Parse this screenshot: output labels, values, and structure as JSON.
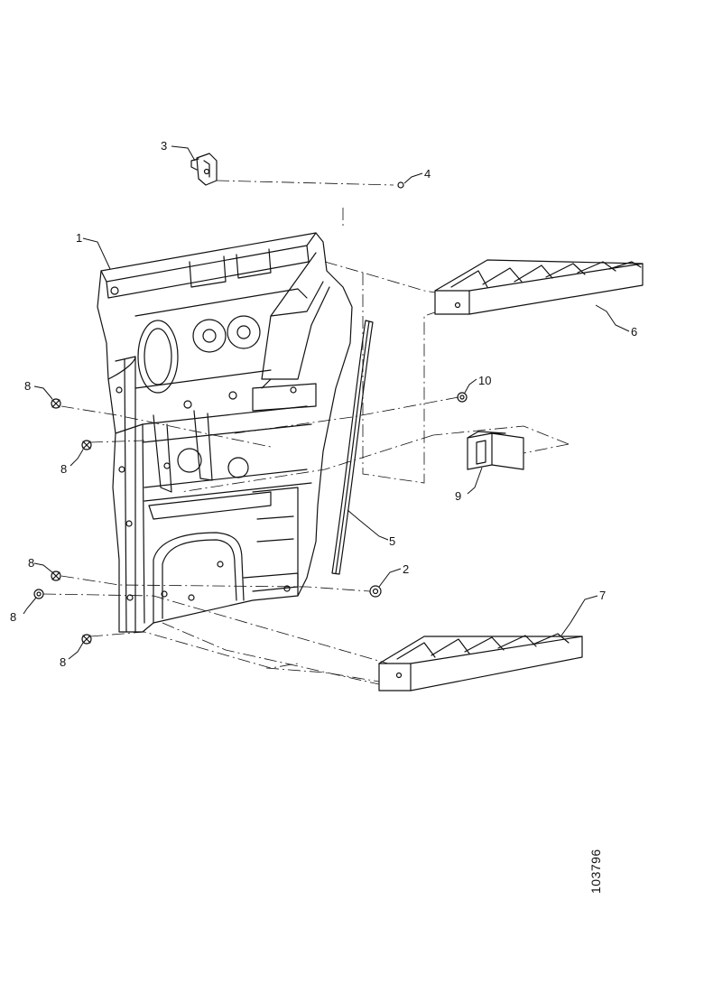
{
  "diagram": {
    "drawing_number": "103796",
    "callouts": [
      {
        "id": "c1",
        "label": "1"
      },
      {
        "id": "c2",
        "label": "2"
      },
      {
        "id": "c3",
        "label": "3"
      },
      {
        "id": "c4",
        "label": "4"
      },
      {
        "id": "c5",
        "label": "5"
      },
      {
        "id": "c6",
        "label": "6"
      },
      {
        "id": "c7",
        "label": "7"
      },
      {
        "id": "c8a",
        "label": "8"
      },
      {
        "id": "c8b",
        "label": "8"
      },
      {
        "id": "c8c",
        "label": "8"
      },
      {
        "id": "c8d",
        "label": "8"
      },
      {
        "id": "c8e",
        "label": "8"
      },
      {
        "id": "c9",
        "label": "9"
      },
      {
        "id": "c10",
        "label": "10"
      }
    ]
  }
}
